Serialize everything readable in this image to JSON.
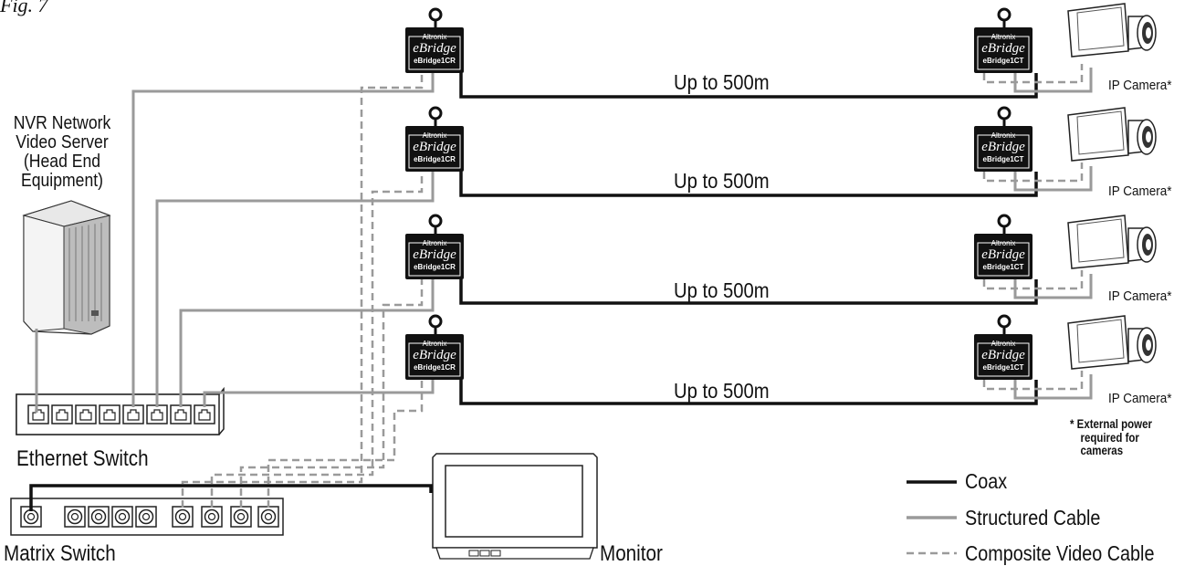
{
  "figure_label": "Fig. 7",
  "nvr_label": [
    "NVR Network",
    "Video Server",
    "(Head End",
    "Equipment)"
  ],
  "ethernet_switch_label": "Ethernet Switch",
  "matrix_switch_label": "Matrix Switch",
  "monitor_label": "Monitor",
  "links": [
    {
      "distance": "Up to 500m",
      "camera": "IP Camera*",
      "receiver": {
        "brand": "Altronix",
        "name": "eBridge",
        "model": "eBridge1CR"
      },
      "transceiver": {
        "brand": "Altronix",
        "name": "eBridge",
        "model": "eBridge1CT"
      }
    },
    {
      "distance": "Up to 500m",
      "camera": "IP Camera*",
      "receiver": {
        "brand": "Altronix",
        "name": "eBridge",
        "model": "eBridge1CR"
      },
      "transceiver": {
        "brand": "Altronix",
        "name": "eBridge",
        "model": "eBridge1CT"
      }
    },
    {
      "distance": "Up to 500m",
      "camera": "IP Camera*",
      "receiver": {
        "brand": "Altronix",
        "name": "eBridge",
        "model": "eBridge1CR"
      },
      "transceiver": {
        "brand": "Altronix",
        "name": "eBridge",
        "model": "eBridge1CT"
      }
    },
    {
      "distance": "Up to 500m",
      "camera": "IP Camera*",
      "receiver": {
        "brand": "Altronix",
        "name": "eBridge",
        "model": "eBridge1CR"
      },
      "transceiver": {
        "brand": "Altronix",
        "name": "eBridge",
        "model": "eBridge1CT"
      }
    }
  ],
  "footnote": [
    "*",
    "External power",
    "required for",
    "cameras"
  ],
  "legend": [
    {
      "label": "Coax",
      "style": "solid",
      "color": "#111111"
    },
    {
      "label": "Structured Cable",
      "style": "solid",
      "color": "#9a9a9a"
    },
    {
      "label": "Composite Video Cable",
      "style": "dashed",
      "color": "#9a9a9a"
    }
  ],
  "colors": {
    "coax": "#111111",
    "structured": "#9a9a9a",
    "composite": "#9a9a9a",
    "box": "#111111"
  }
}
